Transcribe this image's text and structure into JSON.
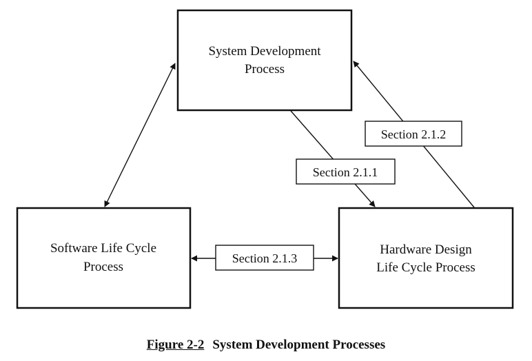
{
  "nodes": {
    "system": {
      "lines": [
        "System Development",
        "Process"
      ]
    },
    "software": {
      "lines": [
        "Software Life Cycle",
        "Process"
      ]
    },
    "hardware": {
      "lines": [
        "Hardware Design",
        "Life Cycle Process"
      ]
    }
  },
  "edges": {
    "system_to_hardware": "Section 2.1.1",
    "hardware_to_system": "Section 2.1.2",
    "software_hardware": "Section 2.1.3"
  },
  "caption": {
    "number": "Figure 2-2",
    "title": "System Development Processes"
  }
}
